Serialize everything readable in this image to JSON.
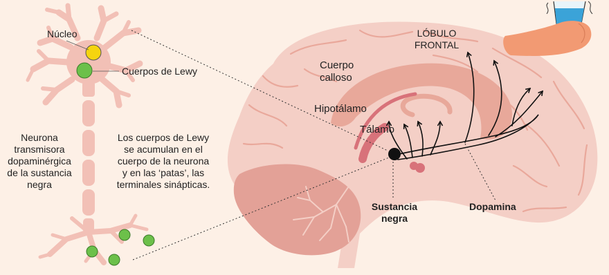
{
  "labels": {
    "nucleo": "Núcleo",
    "cuerpos_lewy": "Cuerpos de Lewy",
    "neurona": [
      "Neurona",
      "transmisora",
      "dopaminérgica",
      "de la sustancia",
      "negra"
    ],
    "acumulan": [
      "Los cuerpos de Lewy",
      "se acumulan en el",
      "cuerpo de la neurona",
      "y en las ‘patas’, las",
      "terminales sinápticas."
    ],
    "lobulo_frontal": [
      "LÓBULO",
      "FRONTAL"
    ],
    "cuerpo_calloso": [
      "Cuerpo",
      "calloso"
    ],
    "hipotalamo": "Hipotálamo",
    "talamo": "Tálamo",
    "sustancia_negra": [
      "Sustancia",
      "negra"
    ],
    "dopamina": "Dopamina"
  },
  "colors": {
    "background": "#fdf0e6",
    "neuron": "#f2c0b6",
    "brain": "#f4cfc6",
    "brain_fold": "#e9a89b",
    "corpus_callosum": "#e8a89a",
    "deep_structure": "#d8727a",
    "cerebellum": "#e3a197",
    "nucleus": "#f5d40f",
    "lewy_body": "#6cc04a",
    "sustancia_negra_dot": "#111111",
    "hand": "#f29a73",
    "glass_water": "#3ba3d8"
  }
}
